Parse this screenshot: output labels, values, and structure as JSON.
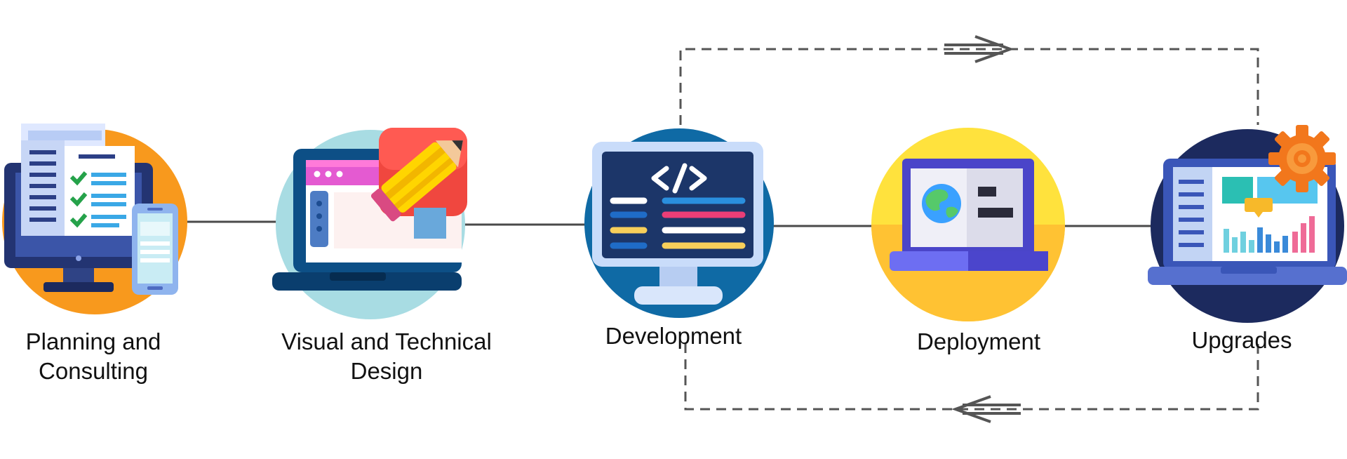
{
  "steps": [
    {
      "id": "planning",
      "label_lines": [
        "Planning and",
        "Consulting"
      ],
      "icon": "monitor-checklist-phone-icon",
      "circle_color": "#F8991D"
    },
    {
      "id": "design",
      "label_lines": [
        "Visual and Technical",
        "Design"
      ],
      "icon": "laptop-pencil-icon",
      "circle_color": "#A8DCE3"
    },
    {
      "id": "development",
      "label_lines": [
        "Development"
      ],
      "icon": "monitor-code-icon",
      "circle_color": "#0F6AA5"
    },
    {
      "id": "deployment",
      "label_lines": [
        "Deployment"
      ],
      "icon": "laptop-globe-icon",
      "circle_color": "#FFE23D"
    },
    {
      "id": "upgrades",
      "label_lines": [
        "Upgrades"
      ],
      "icon": "laptop-gear-chart-icon",
      "circle_color": "#1C2A5E"
    }
  ],
  "connections": [
    {
      "from": "planning",
      "to": "design",
      "style": "solid"
    },
    {
      "from": "design",
      "to": "development",
      "style": "solid"
    },
    {
      "from": "development",
      "to": "deployment",
      "style": "solid"
    },
    {
      "from": "deployment",
      "to": "upgrades",
      "style": "solid"
    },
    {
      "from": "development",
      "to": "upgrades",
      "style": "dashed",
      "route": "over-top",
      "arrow": "right"
    },
    {
      "from": "upgrades",
      "to": "development",
      "style": "dashed",
      "route": "under-bottom",
      "arrow": "left"
    }
  ],
  "colors": {
    "line": "#4a4a4a",
    "text": "#111111"
  }
}
